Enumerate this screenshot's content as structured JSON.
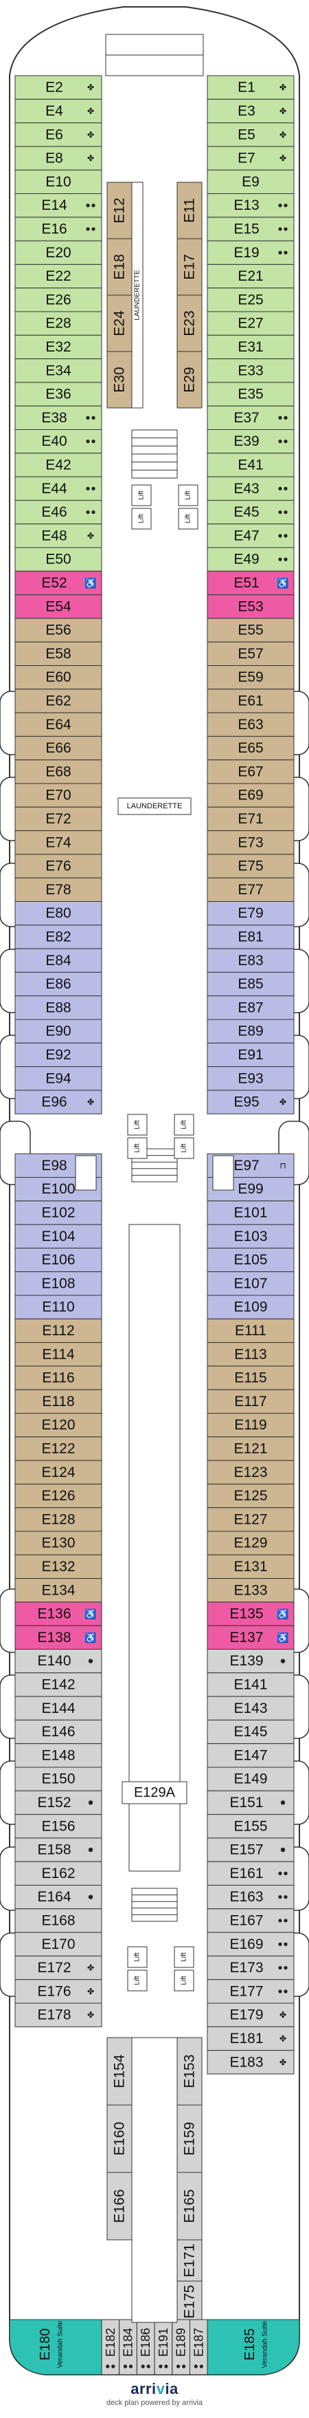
{
  "colors": {
    "green": "#c3e4a5",
    "tan": "#cdb692",
    "lavender": "#b9bde6",
    "pink": "#ef5aa4",
    "grey": "#d3d3d3",
    "teal": "#2ec2b4",
    "outline": "#333333"
  },
  "icons": {
    "accessible": "accessible-cabin-icon",
    "balcony": "balcony-icon",
    "twin_beds": "twin-beds-icon",
    "interconnecting": "interconnecting-icon",
    "extra_bed": "extra-bed-icon"
  },
  "labels": {
    "launderette": "LAUNDERETTE",
    "lift": "Lift"
  },
  "cabins_left": [
    {
      "id": "E2",
      "c": "green",
      "icon": "balcony"
    },
    {
      "id": "E4",
      "c": "green",
      "icon": "balcony"
    },
    {
      "id": "E6",
      "c": "green",
      "icon": "balcony"
    },
    {
      "id": "E8",
      "c": "green",
      "icon": "balcony"
    },
    {
      "id": "E10",
      "c": "green"
    },
    {
      "id": "E14",
      "c": "green",
      "icon": "twin_beds"
    },
    {
      "id": "E16",
      "c": "green",
      "icon": "twin_beds"
    },
    {
      "id": "E20",
      "c": "green"
    },
    {
      "id": "E22",
      "c": "green"
    },
    {
      "id": "E26",
      "c": "green"
    },
    {
      "id": "E28",
      "c": "green"
    },
    {
      "id": "E32",
      "c": "green"
    },
    {
      "id": "E34",
      "c": "green"
    },
    {
      "id": "E36",
      "c": "green"
    },
    {
      "id": "E38",
      "c": "green",
      "icon": "twin_beds"
    },
    {
      "id": "E40",
      "c": "green",
      "icon": "twin_beds"
    },
    {
      "id": "E42",
      "c": "green"
    },
    {
      "id": "E44",
      "c": "green",
      "icon": "twin_beds"
    },
    {
      "id": "E46",
      "c": "green",
      "icon": "twin_beds"
    },
    {
      "id": "E48",
      "c": "green",
      "icon": "balcony"
    },
    {
      "id": "E50",
      "c": "green"
    },
    {
      "id": "E52",
      "c": "pink",
      "icon": "accessible"
    },
    {
      "id": "E54",
      "c": "pink"
    },
    {
      "id": "E56",
      "c": "tan"
    },
    {
      "id": "E58",
      "c": "tan"
    },
    {
      "id": "E60",
      "c": "tan"
    },
    {
      "id": "E62",
      "c": "tan"
    },
    {
      "id": "E64",
      "c": "tan"
    },
    {
      "id": "E66",
      "c": "tan"
    },
    {
      "id": "E68",
      "c": "tan"
    },
    {
      "id": "E70",
      "c": "tan"
    },
    {
      "id": "E72",
      "c": "tan"
    },
    {
      "id": "E74",
      "c": "tan"
    },
    {
      "id": "E76",
      "c": "tan"
    },
    {
      "id": "E78",
      "c": "tan"
    },
    {
      "id": "E80",
      "c": "lavender"
    },
    {
      "id": "E82",
      "c": "lavender"
    },
    {
      "id": "E84",
      "c": "lavender"
    },
    {
      "id": "E86",
      "c": "lavender"
    },
    {
      "id": "E88",
      "c": "lavender"
    },
    {
      "id": "E90",
      "c": "lavender"
    },
    {
      "id": "E92",
      "c": "lavender"
    },
    {
      "id": "E94",
      "c": "lavender"
    },
    {
      "id": "E96",
      "c": "lavender",
      "icon": "balcony",
      "pre": true
    },
    {
      "id": "E98",
      "c": "lavender",
      "icon": "interconnecting"
    },
    {
      "id": "E100",
      "c": "lavender"
    },
    {
      "id": "E102",
      "c": "lavender"
    },
    {
      "id": "E104",
      "c": "lavender"
    },
    {
      "id": "E106",
      "c": "lavender"
    },
    {
      "id": "E108",
      "c": "lavender"
    },
    {
      "id": "E110",
      "c": "lavender"
    },
    {
      "id": "E112",
      "c": "tan"
    },
    {
      "id": "E114",
      "c": "tan"
    },
    {
      "id": "E116",
      "c": "tan"
    },
    {
      "id": "E118",
      "c": "tan"
    },
    {
      "id": "E120",
      "c": "tan"
    },
    {
      "id": "E122",
      "c": "tan"
    },
    {
      "id": "E124",
      "c": "tan"
    },
    {
      "id": "E126",
      "c": "tan"
    },
    {
      "id": "E128",
      "c": "tan"
    },
    {
      "id": "E130",
      "c": "tan"
    },
    {
      "id": "E132",
      "c": "tan"
    },
    {
      "id": "E134",
      "c": "tan"
    },
    {
      "id": "E136",
      "c": "pink",
      "icon": "accessible"
    },
    {
      "id": "E138",
      "c": "pink",
      "icon": "accessible",
      "pre": true
    },
    {
      "id": "E140",
      "c": "grey",
      "icon": "extra_bed"
    },
    {
      "id": "E142",
      "c": "grey"
    },
    {
      "id": "E144",
      "c": "grey"
    },
    {
      "id": "E146",
      "c": "grey"
    },
    {
      "id": "E148",
      "c": "grey"
    },
    {
      "id": "E150",
      "c": "grey"
    },
    {
      "id": "E152",
      "c": "grey",
      "icon": "extra_bed"
    },
    {
      "id": "E156",
      "c": "grey"
    },
    {
      "id": "E158",
      "c": "grey",
      "icon": "extra_bed"
    },
    {
      "id": "E162",
      "c": "grey"
    },
    {
      "id": "E164",
      "c": "grey",
      "icon": "extra_bed"
    },
    {
      "id": "E168",
      "c": "grey"
    },
    {
      "id": "E170",
      "c": "grey"
    },
    {
      "id": "E172",
      "c": "grey",
      "icon": "balcony"
    },
    {
      "id": "E176",
      "c": "grey",
      "icon": "balcony"
    },
    {
      "id": "E178",
      "c": "grey",
      "icon": "balcony"
    }
  ],
  "cabins_right": [
    {
      "id": "E1",
      "c": "green",
      "icon": "balcony"
    },
    {
      "id": "E3",
      "c": "green",
      "icon": "balcony"
    },
    {
      "id": "E5",
      "c": "green",
      "icon": "balcony"
    },
    {
      "id": "E7",
      "c": "green",
      "icon": "balcony"
    },
    {
      "id": "E9",
      "c": "green"
    },
    {
      "id": "E13",
      "c": "green",
      "icon": "twin_beds"
    },
    {
      "id": "E15",
      "c": "green",
      "icon": "twin_beds"
    },
    {
      "id": "E19",
      "c": "green",
      "icon": "twin_beds"
    },
    {
      "id": "E21",
      "c": "green"
    },
    {
      "id": "E25",
      "c": "green"
    },
    {
      "id": "E27",
      "c": "green"
    },
    {
      "id": "E31",
      "c": "green"
    },
    {
      "id": "E33",
      "c": "green"
    },
    {
      "id": "E35",
      "c": "green"
    },
    {
      "id": "E37",
      "c": "green",
      "icon": "twin_beds"
    },
    {
      "id": "E39",
      "c": "green",
      "icon": "twin_beds"
    },
    {
      "id": "E41",
      "c": "green"
    },
    {
      "id": "E43",
      "c": "green",
      "icon": "twin_beds"
    },
    {
      "id": "E45",
      "c": "green",
      "icon": "twin_beds"
    },
    {
      "id": "E47",
      "c": "green",
      "icon": "twin_beds"
    },
    {
      "id": "E49",
      "c": "green",
      "icon": "twin_beds"
    },
    {
      "id": "E51",
      "c": "pink",
      "icon": "accessible"
    },
    {
      "id": "E53",
      "c": "pink"
    },
    {
      "id": "E55",
      "c": "tan"
    },
    {
      "id": "E57",
      "c": "tan"
    },
    {
      "id": "E59",
      "c": "tan"
    },
    {
      "id": "E61",
      "c": "tan"
    },
    {
      "id": "E63",
      "c": "tan"
    },
    {
      "id": "E65",
      "c": "tan"
    },
    {
      "id": "E67",
      "c": "tan"
    },
    {
      "id": "E69",
      "c": "tan"
    },
    {
      "id": "E71",
      "c": "tan"
    },
    {
      "id": "E73",
      "c": "tan"
    },
    {
      "id": "E75",
      "c": "tan"
    },
    {
      "id": "E77",
      "c": "tan"
    },
    {
      "id": "E79",
      "c": "lavender"
    },
    {
      "id": "E81",
      "c": "lavender"
    },
    {
      "id": "E83",
      "c": "lavender"
    },
    {
      "id": "E85",
      "c": "lavender"
    },
    {
      "id": "E87",
      "c": "lavender"
    },
    {
      "id": "E89",
      "c": "lavender"
    },
    {
      "id": "E91",
      "c": "lavender"
    },
    {
      "id": "E93",
      "c": "lavender"
    },
    {
      "id": "E95",
      "c": "lavender",
      "icon": "balcony"
    },
    {
      "id": "E97",
      "c": "lavender",
      "icon": "interconnecting"
    },
    {
      "id": "E99",
      "c": "lavender"
    },
    {
      "id": "E101",
      "c": "lavender"
    },
    {
      "id": "E103",
      "c": "lavender"
    },
    {
      "id": "E105",
      "c": "lavender"
    },
    {
      "id": "E107",
      "c": "lavender"
    },
    {
      "id": "E109",
      "c": "lavender"
    },
    {
      "id": "E111",
      "c": "tan"
    },
    {
      "id": "E113",
      "c": "tan"
    },
    {
      "id": "E115",
      "c": "tan"
    },
    {
      "id": "E117",
      "c": "tan"
    },
    {
      "id": "E119",
      "c": "tan"
    },
    {
      "id": "E121",
      "c": "tan"
    },
    {
      "id": "E123",
      "c": "tan"
    },
    {
      "id": "E125",
      "c": "tan"
    },
    {
      "id": "E127",
      "c": "tan"
    },
    {
      "id": "E129",
      "c": "tan"
    },
    {
      "id": "E131",
      "c": "tan"
    },
    {
      "id": "E133",
      "c": "tan"
    },
    {
      "id": "E135",
      "c": "pink",
      "icon": "accessible"
    },
    {
      "id": "E137",
      "c": "pink",
      "icon": "accessible"
    },
    {
      "id": "E139",
      "c": "grey",
      "icon": "extra_bed"
    },
    {
      "id": "E141",
      "c": "grey"
    },
    {
      "id": "E143",
      "c": "grey"
    },
    {
      "id": "E145",
      "c": "grey"
    },
    {
      "id": "E147",
      "c": "grey"
    },
    {
      "id": "E149",
      "c": "grey"
    },
    {
      "id": "E151",
      "c": "grey",
      "icon": "extra_bed"
    },
    {
      "id": "E155",
      "c": "grey"
    },
    {
      "id": "E157",
      "c": "grey",
      "icon": "extra_bed"
    },
    {
      "id": "E161",
      "c": "grey",
      "icon": "twin_beds"
    },
    {
      "id": "E163",
      "c": "grey",
      "icon": "twin_beds"
    },
    {
      "id": "E167",
      "c": "grey",
      "icon": "twin_beds"
    },
    {
      "id": "E169",
      "c": "grey",
      "icon": "twin_beds"
    },
    {
      "id": "E173",
      "c": "grey",
      "icon": "twin_beds"
    },
    {
      "id": "E177",
      "c": "grey",
      "icon": "twin_beds"
    },
    {
      "id": "E179",
      "c": "grey",
      "icon": "balcony"
    },
    {
      "id": "E181",
      "c": "grey",
      "icon": "balcony"
    },
    {
      "id": "E183",
      "c": "grey",
      "icon": "balcony"
    }
  ],
  "inner_cabins": [
    {
      "id": "E12",
      "c": "tan"
    },
    {
      "id": "E18",
      "c": "tan"
    },
    {
      "id": "E24",
      "c": "tan"
    },
    {
      "id": "E30",
      "c": "tan"
    },
    {
      "id": "E11",
      "c": "tan"
    },
    {
      "id": "E17",
      "c": "tan"
    },
    {
      "id": "E23",
      "c": "tan"
    },
    {
      "id": "E29",
      "c": "tan"
    },
    {
      "id": "E154",
      "c": "grey"
    },
    {
      "id": "E160",
      "c": "grey"
    },
    {
      "id": "E166",
      "c": "grey"
    },
    {
      "id": "E153",
      "c": "grey"
    },
    {
      "id": "E159",
      "c": "grey"
    },
    {
      "id": "E165",
      "c": "grey"
    },
    {
      "id": "E171",
      "c": "grey"
    },
    {
      "id": "E175",
      "c": "grey"
    }
  ],
  "stern_cabins": [
    {
      "id": "E182",
      "c": "grey",
      "icon": "twin_beds"
    },
    {
      "id": "E184",
      "c": "grey",
      "icon": "twin_beds"
    },
    {
      "id": "E186",
      "c": "grey",
      "icon": "twin_beds"
    },
    {
      "id": "E191",
      "c": "grey",
      "icon": "twin_beds"
    },
    {
      "id": "E189",
      "c": "grey",
      "icon": "twin_beds"
    },
    {
      "id": "E187",
      "c": "grey",
      "icon": "twin_beds"
    }
  ],
  "suites": [
    {
      "id": "E180",
      "sub": "Verandah Suite",
      "c": "teal"
    },
    {
      "id": "E185",
      "sub": "Verandah Suite",
      "c": "teal"
    }
  ],
  "centre_label": "E129A",
  "footer": {
    "brand_main": "arri",
    "brand_accent": "v",
    "brand_end": "ia",
    "powered": "deck plan powered by arrivia"
  }
}
